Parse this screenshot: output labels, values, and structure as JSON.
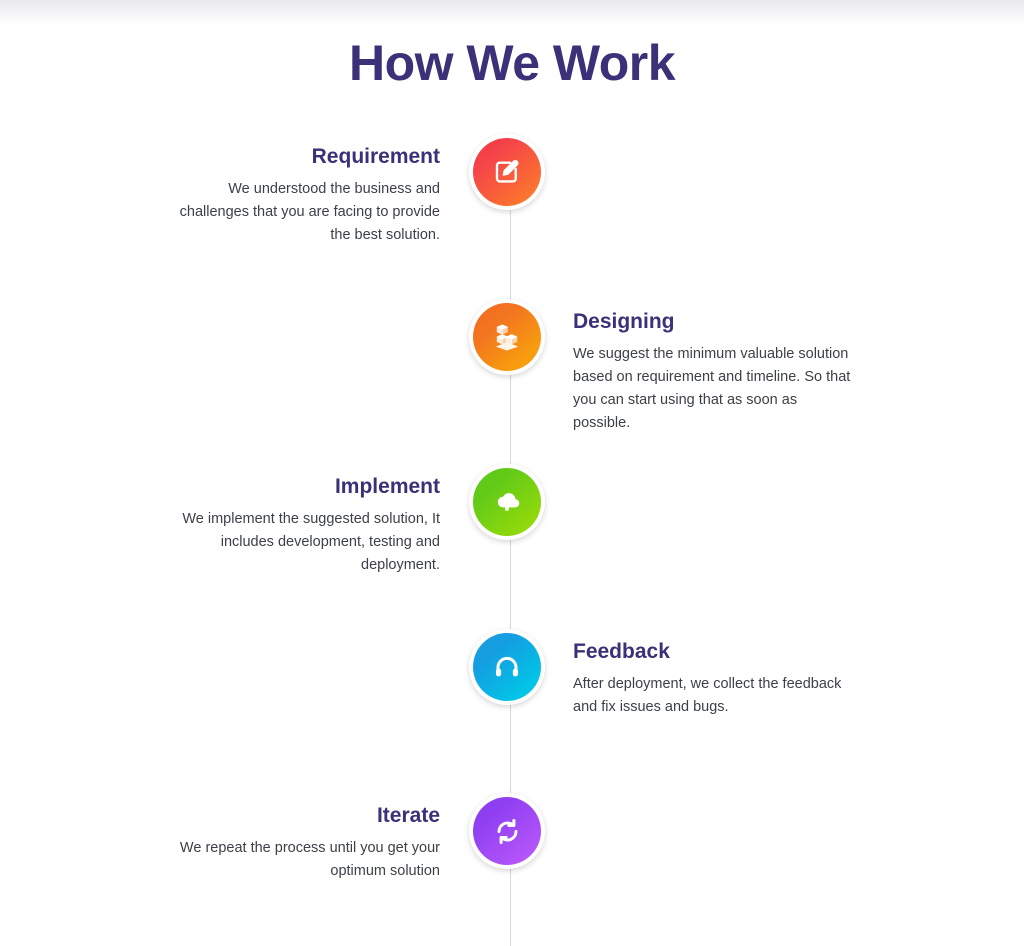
{
  "page": {
    "title": "How We Work",
    "title_color": "#3a3178",
    "background_color": "#ffffff"
  },
  "timeline": {
    "line_color": "#d8d8dc",
    "steps": [
      {
        "id": "requirement",
        "title": "Requirement",
        "description": "We understood the business and challenges that you are facing to provide the best solution.",
        "side": "left",
        "icon": "edit-square-icon",
        "color_start": "#f5333f",
        "color_end": "#fb8530"
      },
      {
        "id": "designing",
        "title": "Designing",
        "description": "We suggest the minimum valuable solution based on requirement and timeline. So that you can start using that as soon as possible.",
        "side": "right",
        "icon": "blocks-cubes-icon",
        "color_start": "#f06a22",
        "color_end": "#f9a40b"
      },
      {
        "id": "implement",
        "title": "Implement",
        "description": "We implement the suggested solution, It includes development, testing and deployment.",
        "side": "left",
        "icon": "cloud-upload-icon",
        "color_start": "#5cc61a",
        "color_end": "#9cdc08"
      },
      {
        "id": "feedback",
        "title": "Feedback",
        "description": "After deployment, we collect the feedback and fix issues and bugs.",
        "side": "right",
        "icon": "headset-icon",
        "color_start": "#1f9fdd",
        "color_end": "#00cfe8"
      },
      {
        "id": "iterate",
        "title": "Iterate",
        "description": "We repeat the process until you get your optimum solution",
        "side": "left",
        "icon": "sync-refresh-icon",
        "color_start": "#8a39f0",
        "color_end": "#bd5cf9"
      }
    ]
  }
}
